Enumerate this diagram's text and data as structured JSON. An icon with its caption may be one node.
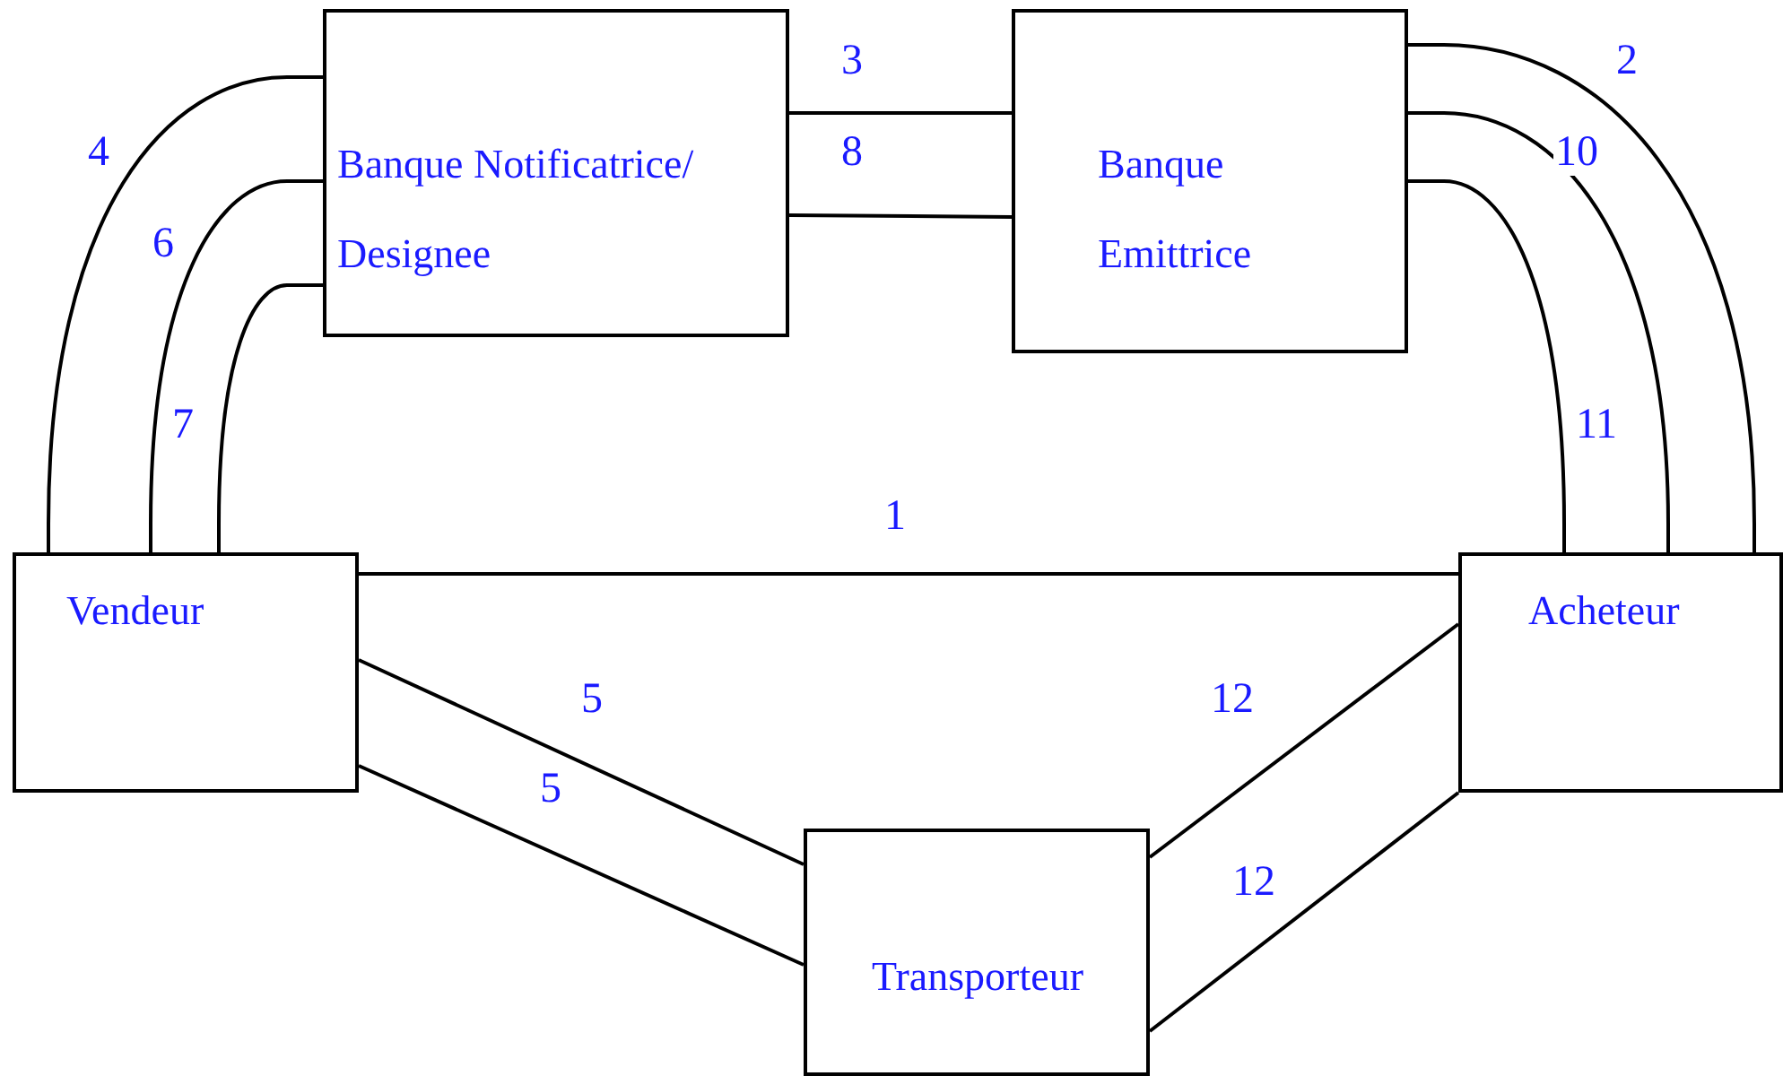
{
  "diagram": {
    "nodes": [
      {
        "text": [
          "Banque Notificatrice/ Designee"
        ]
      },
      {
        "text": [
          "Banque Emittrice"
        ]
      },
      {
        "text": [
          "Vendeur"
        ]
      },
      {
        "text": [
          "Acheteur"
        ]
      },
      {
        "text": [
          "Transporteur"
        ]
      }
    ],
    "edges": [
      {
        "from": 2,
        "to": 3,
        "arrow": "none",
        "label": "1"
      },
      {
        "from": 3,
        "to": 1,
        "arrow": "none",
        "label": "2"
      },
      {
        "from": 3,
        "to": 1,
        "arrow": "none",
        "label": "10"
      },
      {
        "from": 3,
        "to": 1,
        "arrow": "none",
        "label": "11"
      },
      {
        "from": 0,
        "to": 1,
        "arrow": "none",
        "label": "3"
      },
      {
        "from": 0,
        "to": 1,
        "arrow": "none",
        "label": "8"
      },
      {
        "from": 2,
        "to": 0,
        "arrow": "none",
        "label": "4"
      },
      {
        "from": 2,
        "to": 0,
        "arrow": "none",
        "label": "6"
      },
      {
        "from": 2,
        "to": 0,
        "arrow": "none",
        "label": "7"
      },
      {
        "from": 2,
        "to": 4,
        "arrow": "none",
        "label": "5"
      },
      {
        "from": 2,
        "to": 4,
        "arrow": "none",
        "label": "5"
      },
      {
        "from": 4,
        "to": 3,
        "arrow": "none",
        "label": "12"
      },
      {
        "from": 4,
        "to": 3,
        "arrow": "none",
        "label": "12"
      }
    ]
  }
}
